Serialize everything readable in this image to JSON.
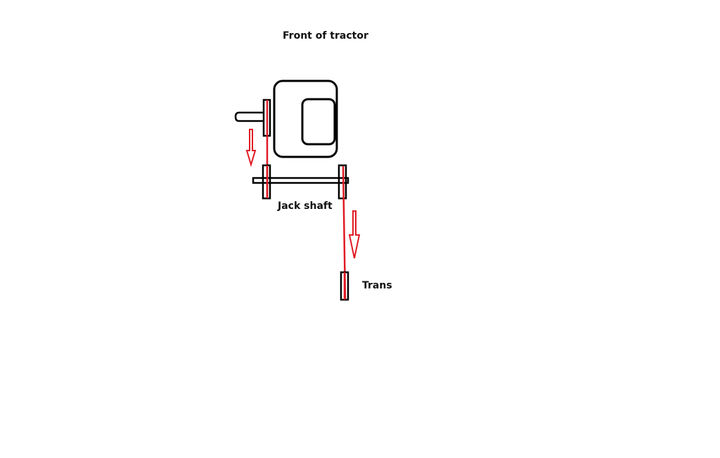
{
  "diagram": {
    "title": "Front of tractor",
    "jack_shaft_label": "Jack shaft",
    "trans_label": "Trans"
  },
  "colors": {
    "outline": "#000000",
    "belt": "#e01b24",
    "arrow": "#e01b24",
    "background": "#ffffff"
  }
}
